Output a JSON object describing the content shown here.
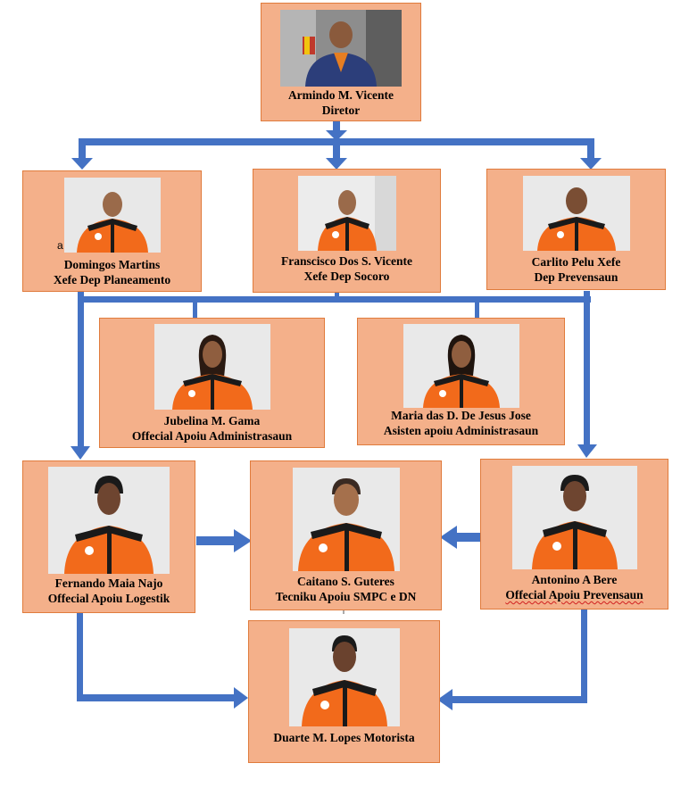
{
  "colors": {
    "box_fill": "#f4b08a",
    "box_border": "#e07b3c",
    "arrow": "#4472c4",
    "uniform_orange": "#f26a1b",
    "uniform_black": "#1a1a1a"
  },
  "nodes": {
    "director": {
      "name": "Armindo M. Vicente",
      "role": "Diretor"
    },
    "domingos": {
      "marker": "a",
      "name": "Domingos Martins",
      "role": "Xefe Dep Planeamento"
    },
    "franscisco": {
      "name": "Franscisco Dos S. Vicente",
      "role": "Xefe Dep Socoro"
    },
    "carlito": {
      "name": "Carlito Pelu Xefe",
      "role": "Dep Prevensaun"
    },
    "jubelina": {
      "name": "Jubelina M. Gama",
      "role": "Offecial Apoiu Administrasaun"
    },
    "maria": {
      "name": "Maria das D. De Jesus Jose",
      "role": "Asisten apoiu Administrasaun"
    },
    "fernando": {
      "name": "Fernando Maia Najo",
      "role": "Offecial Apoiu Logestik"
    },
    "caitano": {
      "name": "Caitano S. Guteres",
      "role": "Tecniku Apoiu SMPC e DN"
    },
    "antonino": {
      "name": "Antonino A Bere",
      "role": "Offecial Apoiu Prevensaun"
    },
    "duarte": {
      "name": "Duarte M. Lopes Motorista"
    }
  }
}
